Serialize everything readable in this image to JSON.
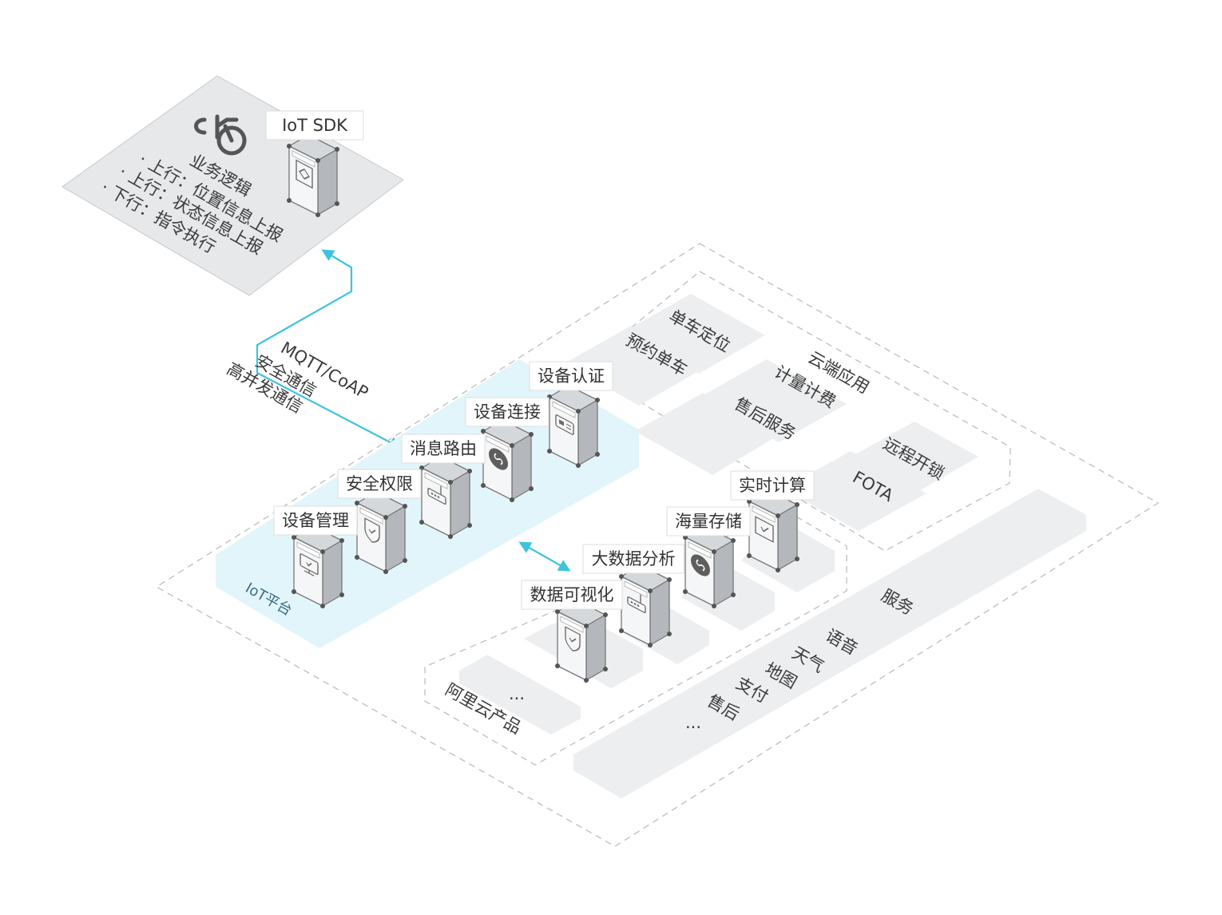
{
  "device": {
    "sdk_label": "IoT SDK",
    "logic_lines": [
      "业务逻辑",
      "· 上行：位置信息上报",
      "· 上行：状态信息上报",
      "· 下行：指令执行"
    ]
  },
  "connection": {
    "protocol": "MQTT/CoAP",
    "features": [
      "安全通信",
      "高并发通信"
    ]
  },
  "iot_platform": {
    "label": "IoT平台",
    "modules": [
      {
        "label": "设备认证",
        "icon": "chip-card-icon"
      },
      {
        "label": "设备连接",
        "icon": "link-icon"
      },
      {
        "label": "消息路由",
        "icon": "router-icon"
      },
      {
        "label": "安全权限",
        "icon": "shield-icon"
      },
      {
        "label": "设备管理",
        "icon": "monitor-icon"
      }
    ]
  },
  "cloud_app": {
    "label": "云端应用",
    "items": [
      "单车定位",
      "预约单车",
      "计量计费",
      "售后服务",
      "远程开锁",
      "FOTA"
    ]
  },
  "aliyun": {
    "label": "阿里云产品",
    "modules": [
      {
        "label": "实时计算",
        "icon": "inbox-check-icon"
      },
      {
        "label": "海量存储",
        "icon": "link-icon"
      },
      {
        "label": "大数据分析",
        "icon": "router-icon"
      },
      {
        "label": "数据可视化",
        "icon": "shield-icon"
      }
    ],
    "ellipsis": "..."
  },
  "services": {
    "label": "服务",
    "items": [
      "语音",
      "天气",
      "地图",
      "支付",
      "售后",
      "..."
    ]
  },
  "colors": {
    "accent": "#3ec3df",
    "platform_fill": "#e2f5fb",
    "panel": "#eceef0",
    "device_plane": "#e6e8ea"
  }
}
